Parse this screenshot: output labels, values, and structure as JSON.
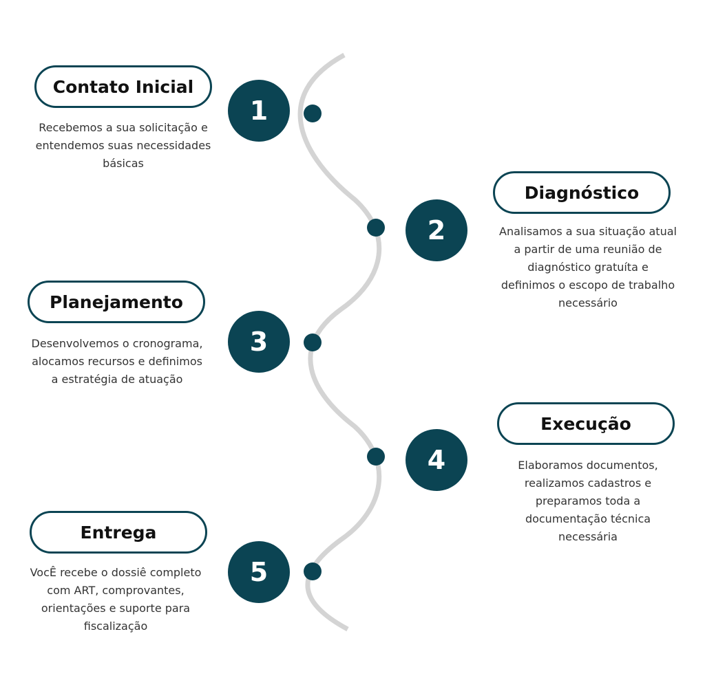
{
  "colors": {
    "accent": "#0b4453",
    "path": "#d4d4d4",
    "text": "#333333",
    "title_text": "#111111"
  },
  "steps": [
    {
      "number": "1",
      "title": "Contato Inicial",
      "description": [
        "Recebemos a sua solicitação e",
        "entendemos suas necessidades",
        "básicas"
      ]
    },
    {
      "number": "2",
      "title": "Diagnóstico",
      "description": [
        "Analisamos a sua situação atual",
        "a partir de uma reunião de",
        "diagnóstico gratuíta e",
        "definimos o escopo de trabalho",
        "necessário"
      ]
    },
    {
      "number": "3",
      "title": "Planejamento",
      "description": [
        "Desenvolvemos o cronograma,",
        "alocamos recursos e definimos",
        "a estratégia de atuação"
      ]
    },
    {
      "number": "4",
      "title": "Execução",
      "description": [
        "Elaboramos documentos,",
        "realizamos cadastros e",
        "preparamos toda a",
        "documentação técnica",
        "necessária"
      ]
    },
    {
      "number": "5",
      "title": "Entrega",
      "description": [
        "VocÊ recebe o dossiê completo",
        "com ART, comprovantes,",
        "orientações e suporte para",
        "fiscalização"
      ]
    }
  ]
}
